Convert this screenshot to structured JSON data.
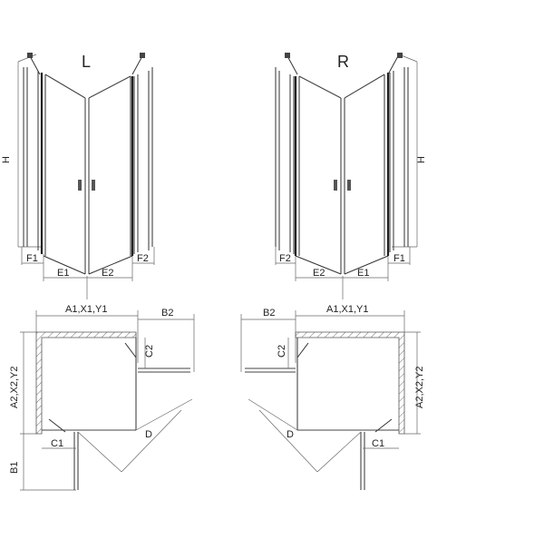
{
  "elevations": {
    "left": {
      "title": "L",
      "height_label": "H",
      "bottom_labels": [
        "F1",
        "E1",
        "E2",
        "F2"
      ]
    },
    "right": {
      "title": "R",
      "height_label": "H",
      "bottom_labels": [
        "F2",
        "E2",
        "E1",
        "F1"
      ]
    }
  },
  "plans": {
    "left": {
      "top_dim": "A1,X1,Y1",
      "side_dim": "A2,X2,Y2",
      "b2": "B2",
      "b1": "B1",
      "c1": "C1",
      "c2": "C2",
      "d": "D"
    },
    "right": {
      "top_dim": "A1,X1,Y1",
      "side_dim": "A2,X2,Y2",
      "b2": "B2",
      "c1": "C1",
      "c2": "C2",
      "d": "D"
    }
  }
}
